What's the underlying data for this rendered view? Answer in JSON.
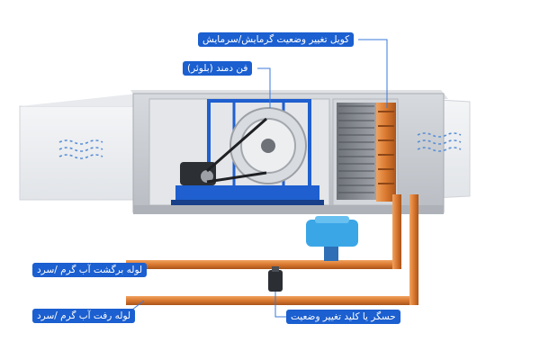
{
  "labels": {
    "coil": "کویل تغییر وضعیت گرمایش/سرمایش",
    "fan": "فن دمند (بلوئر)",
    "return_pipe": "لوله برگشت آب گرم /سرد",
    "supply_pipe": "لوله رفت آب گرم /سرد",
    "sensor": "حسگر یا کلید تغییر وضعیت"
  },
  "colors": {
    "label_bg": "#1b5fd0",
    "label_text": "#ffffff",
    "casing": "#c9ccd1",
    "duct": "#eceef1",
    "pipe": "#d9782f",
    "fan_frame": "#1f5fcf",
    "valve": "#3aa6e6",
    "airflow": "#5a8fd6"
  }
}
